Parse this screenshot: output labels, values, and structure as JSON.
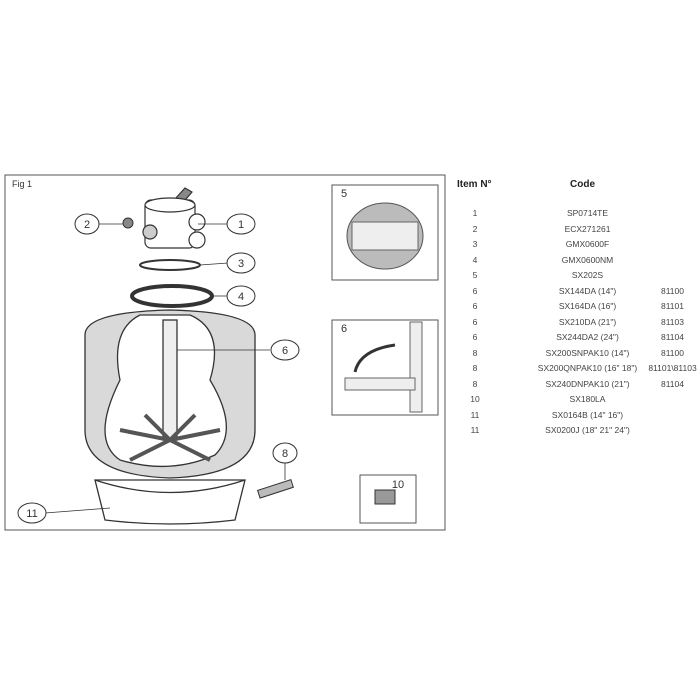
{
  "figure": {
    "label": "Fig 1",
    "callouts": [
      "1",
      "2",
      "3",
      "4",
      "5",
      "6",
      "6",
      "8",
      "10",
      "11"
    ]
  },
  "table": {
    "headers": {
      "item": "Item N°",
      "code": "Code"
    },
    "rows": [
      {
        "item": "1",
        "code": "SP0714TE",
        "ref": ""
      },
      {
        "item": "2",
        "code": "ECX271261",
        "ref": ""
      },
      {
        "item": "3",
        "code": "GMX0600F",
        "ref": ""
      },
      {
        "item": "4",
        "code": "GMX0600NM",
        "ref": ""
      },
      {
        "item": "5",
        "code": "SX202S",
        "ref": ""
      },
      {
        "item": "6",
        "code": "SX144DA (14\")",
        "ref": "81100"
      },
      {
        "item": "6",
        "code": "SX164DA (16\")",
        "ref": "81101"
      },
      {
        "item": "6",
        "code": "SX210DA  (21\")",
        "ref": "81103"
      },
      {
        "item": "6",
        "code": "SX244DA2  (24\")",
        "ref": "81104"
      },
      {
        "item": "8",
        "code": "SX200SNPAK10  (14\")",
        "ref": "81100"
      },
      {
        "item": "8",
        "code": "SX200QNPAK10  (16\" 18\")",
        "ref": "81101\\81103"
      },
      {
        "item": "8",
        "code": "SX240DNPAK10 (21\")",
        "ref": "81104"
      },
      {
        "item": "10",
        "code": "SX180LA",
        "ref": ""
      },
      {
        "item": "11",
        "code": "SX0164B (14\" 16\")",
        "ref": ""
      },
      {
        "item": "11",
        "code": "SX0200J (18\" 21\" 24\")",
        "ref": ""
      }
    ]
  }
}
